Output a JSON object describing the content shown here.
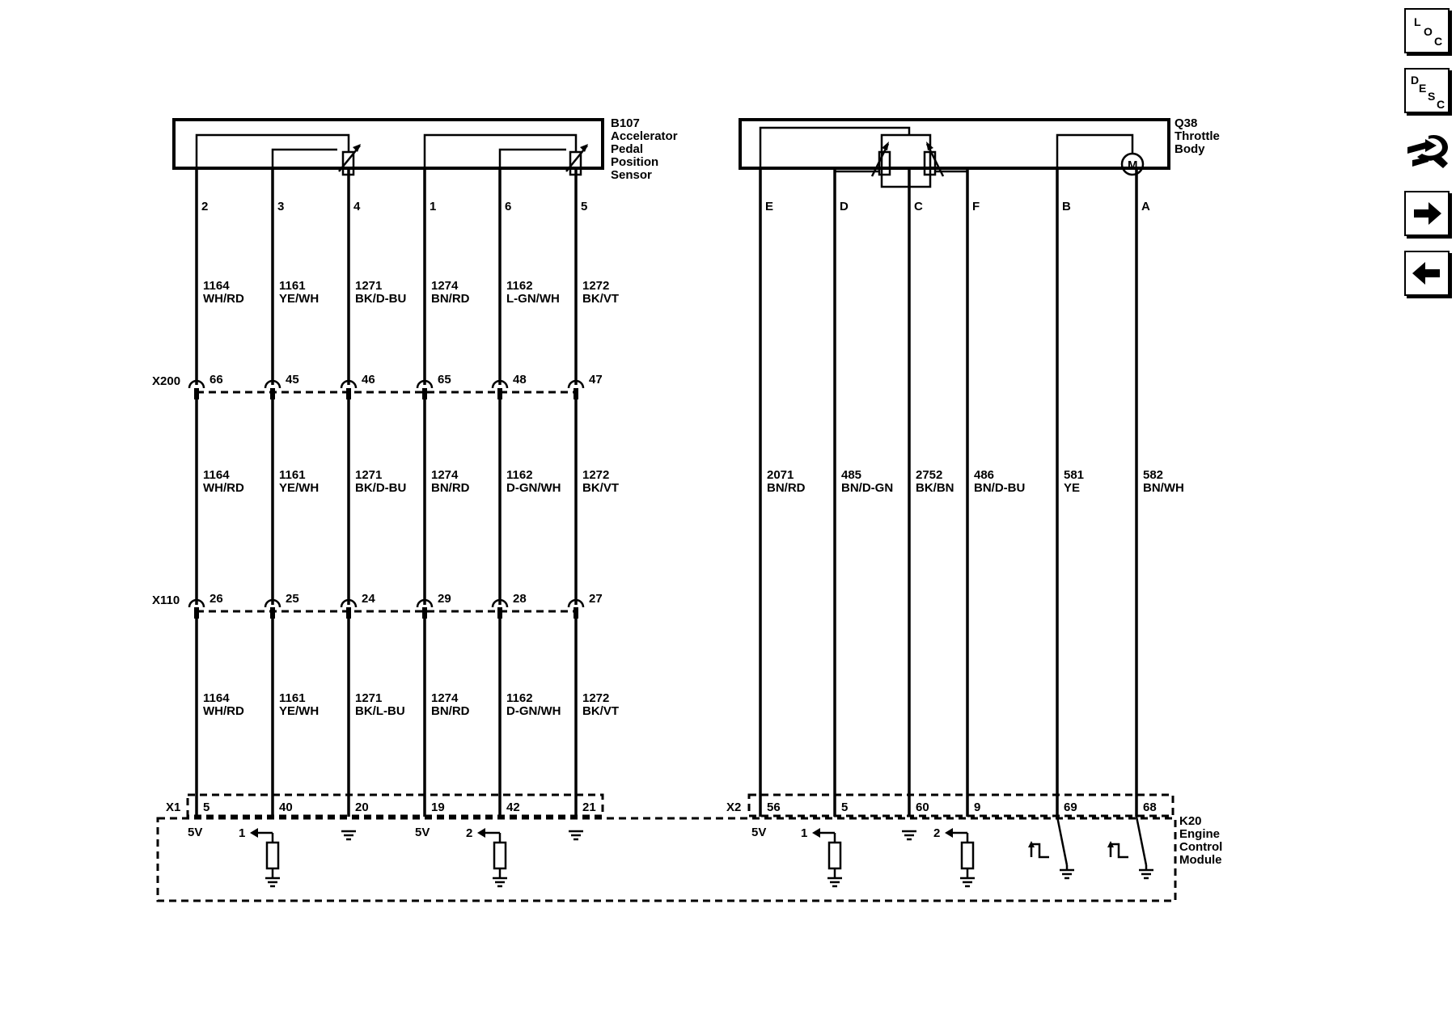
{
  "components": {
    "b107": {
      "id": "B107",
      "name_lines": [
        "Accelerator",
        "Pedal",
        "Position",
        "Sensor"
      ]
    },
    "q38": {
      "id": "Q38",
      "name_lines": [
        "Throttle",
        "Body"
      ],
      "motor_symbol": "M"
    },
    "k20": {
      "id": "K20",
      "name_lines": [
        "Engine",
        "Control",
        "Module"
      ]
    }
  },
  "connectors": {
    "x200": "X200",
    "x110": "X110",
    "x1": "X1",
    "x2": "X2"
  },
  "left_circuits": [
    {
      "sensor_pin": "2",
      "s1": {
        "num": "1164",
        "color": "WH/RD"
      },
      "x200_pin": "66",
      "s2": {
        "num": "1164",
        "color": "WH/RD"
      },
      "x110_pin": "26",
      "s3": {
        "num": "1164",
        "color": "WH/RD"
      },
      "ecm_pin": "5",
      "ecm_label": "5V"
    },
    {
      "sensor_pin": "3",
      "s1": {
        "num": "1161",
        "color": "YE/WH"
      },
      "x200_pin": "45",
      "s2": {
        "num": "1161",
        "color": "YE/WH"
      },
      "x110_pin": "25",
      "s3": {
        "num": "1161",
        "color": "YE/WH"
      },
      "ecm_pin": "40",
      "ecm_label": "1"
    },
    {
      "sensor_pin": "4",
      "s1": {
        "num": "1271",
        "color": "BK/D-BU"
      },
      "x200_pin": "46",
      "s2": {
        "num": "1271",
        "color": "BK/D-BU"
      },
      "x110_pin": "24",
      "s3": {
        "num": "1271",
        "color": "BK/L-BU"
      },
      "ecm_pin": "20",
      "ecm_label": ""
    },
    {
      "sensor_pin": "1",
      "s1": {
        "num": "1274",
        "color": "BN/RD"
      },
      "x200_pin": "65",
      "s2": {
        "num": "1274",
        "color": "BN/RD"
      },
      "x110_pin": "29",
      "s3": {
        "num": "1274",
        "color": "BN/RD"
      },
      "ecm_pin": "19",
      "ecm_label": "5V"
    },
    {
      "sensor_pin": "6",
      "s1": {
        "num": "1162",
        "color": "L-GN/WH"
      },
      "x200_pin": "48",
      "s2": {
        "num": "1162",
        "color": "D-GN/WH"
      },
      "x110_pin": "28",
      "s3": {
        "num": "1162",
        "color": "D-GN/WH"
      },
      "ecm_pin": "42",
      "ecm_label": "2"
    },
    {
      "sensor_pin": "5",
      "s1": {
        "num": "1272",
        "color": "BK/VT"
      },
      "x200_pin": "47",
      "s2": {
        "num": "1272",
        "color": "BK/VT"
      },
      "x110_pin": "27",
      "s3": {
        "num": "1272",
        "color": "BK/VT"
      },
      "ecm_pin": "21",
      "ecm_label": ""
    }
  ],
  "right_circuits": [
    {
      "body_pin": "E",
      "num": "2071",
      "color": "BN/RD",
      "ecm_pin": "56",
      "ecm_label": "5V"
    },
    {
      "body_pin": "D",
      "num": "485",
      "color": "BN/D-GN",
      "ecm_pin": "5",
      "ecm_label": "1"
    },
    {
      "body_pin": "C",
      "num": "2752",
      "color": "BK/BN",
      "ecm_pin": "60",
      "ecm_label": ""
    },
    {
      "body_pin": "F",
      "num": "486",
      "color": "BN/D-BU",
      "ecm_pin": "9",
      "ecm_label": "2"
    },
    {
      "body_pin": "B",
      "num": "581",
      "color": "YE",
      "ecm_pin": "69",
      "ecm_label": ""
    },
    {
      "body_pin": "A",
      "num": "582",
      "color": "BN/WH",
      "ecm_pin": "68",
      "ecm_label": ""
    }
  ],
  "nav": {
    "loc": {
      "l1": "L",
      "l2": "O",
      "l3": "C"
    },
    "desc": {
      "l1": "D",
      "l2": "E",
      "l3": "S",
      "l4": "C"
    },
    "icons": [
      "connector-tool-icon",
      "arrow-right-icon",
      "arrow-left-icon"
    ]
  }
}
